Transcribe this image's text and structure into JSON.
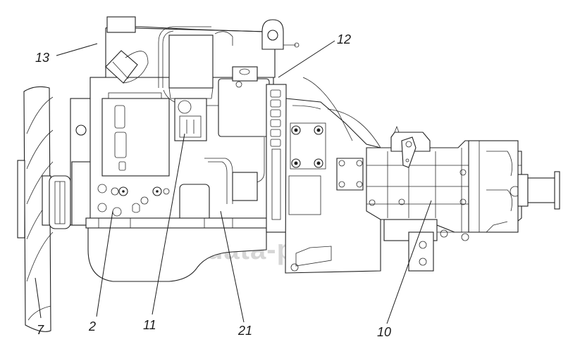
{
  "figure": {
    "subject": "Engine with gearbox assembly, side view",
    "watermark": "data-parts",
    "colors": {
      "line": "#1f1f1f",
      "watermark": "#d6d6d6",
      "background": "#ffffff"
    }
  },
  "callouts": [
    {
      "id": "13",
      "label": "13"
    },
    {
      "id": "12",
      "label": "12"
    },
    {
      "id": "7",
      "label": "7"
    },
    {
      "id": "2",
      "label": "2"
    },
    {
      "id": "11",
      "label": "11"
    },
    {
      "id": "21",
      "label": "21"
    },
    {
      "id": "10",
      "label": "10"
    }
  ]
}
